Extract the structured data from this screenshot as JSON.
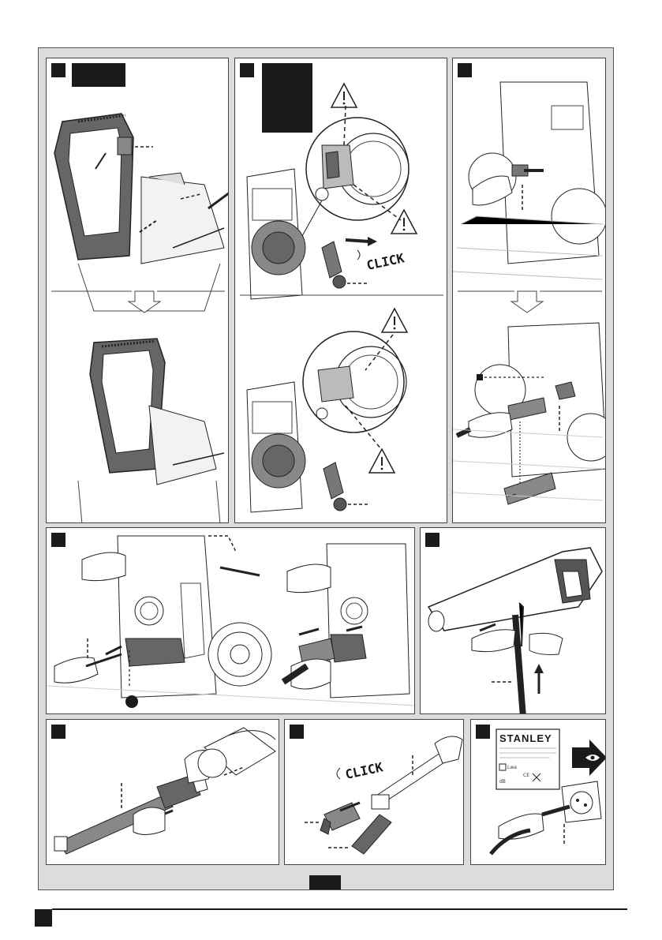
{
  "labels": {
    "click": "CLICK",
    "brand": "STANLEY",
    "label_lwa": "Lwa",
    "label_db": "dB",
    "label_ce": "CE"
  },
  "icons": [
    "warning-triangle-icon",
    "eye-arrow-icon",
    "dashed-arrow-icon",
    "down-chevron-arrow-icon"
  ]
}
